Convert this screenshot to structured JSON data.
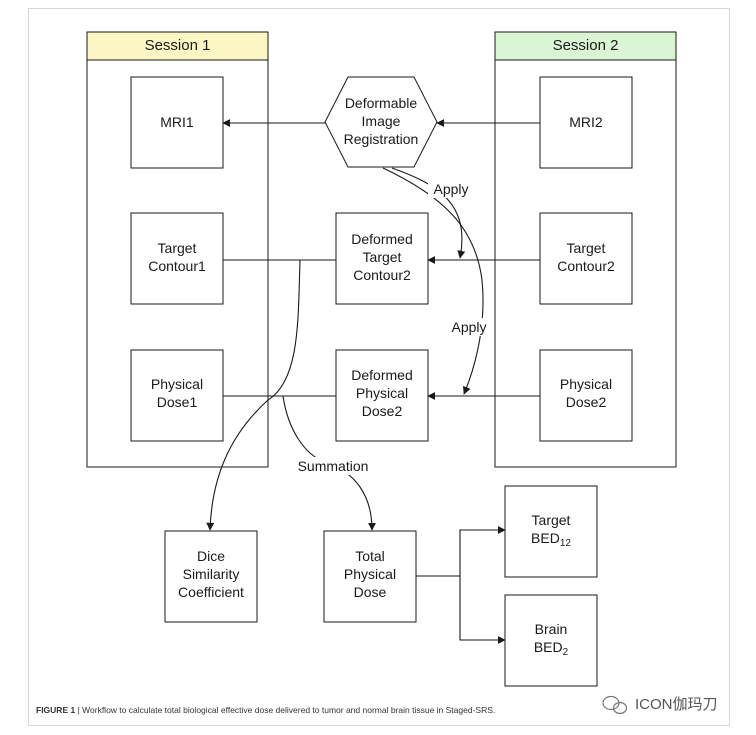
{
  "colors": {
    "session1_header": "#fbf6c4",
    "session2_header": "#d9f5d3",
    "stroke": "#1a1a1a"
  },
  "session1": {
    "title": "Session 1"
  },
  "session2": {
    "title": "Session 2"
  },
  "nodes": {
    "mri1": "MRI1",
    "mri2": "MRI2",
    "dir": [
      "Deformable",
      "Image",
      "Registration"
    ],
    "target_contour1": [
      "Target",
      "Contour1"
    ],
    "target_contour2": [
      "Target",
      "Contour2"
    ],
    "deformed_target_contour2": [
      "Deformed",
      "Target",
      "Contour2"
    ],
    "physical_dose1": [
      "Physical",
      "Dose1"
    ],
    "physical_dose2": [
      "Physical",
      "Dose2"
    ],
    "deformed_physical_dose2": [
      "Deformed",
      "Physical",
      "Dose2"
    ],
    "dice": [
      "Dice",
      "Similarity",
      "Coefficient"
    ],
    "total_dose": [
      "Total",
      "Physical",
      "Dose"
    ],
    "target_bed": {
      "line1": "Target",
      "base": "BED",
      "sub": "12"
    },
    "brain_bed": {
      "line1": "Brain",
      "base": "BED",
      "sub": "2"
    }
  },
  "edge_labels": {
    "apply_1": "Apply",
    "apply_2": "Apply",
    "summation": "Summation"
  },
  "caption": {
    "label": "FIGURE 1",
    "text": "| Workflow to calculate total biological effective dose delivered to tumor and normal brain tissue in Staged-SRS."
  },
  "watermark": {
    "icon": "wechat-icon",
    "text": "ICON伽玛刀"
  }
}
